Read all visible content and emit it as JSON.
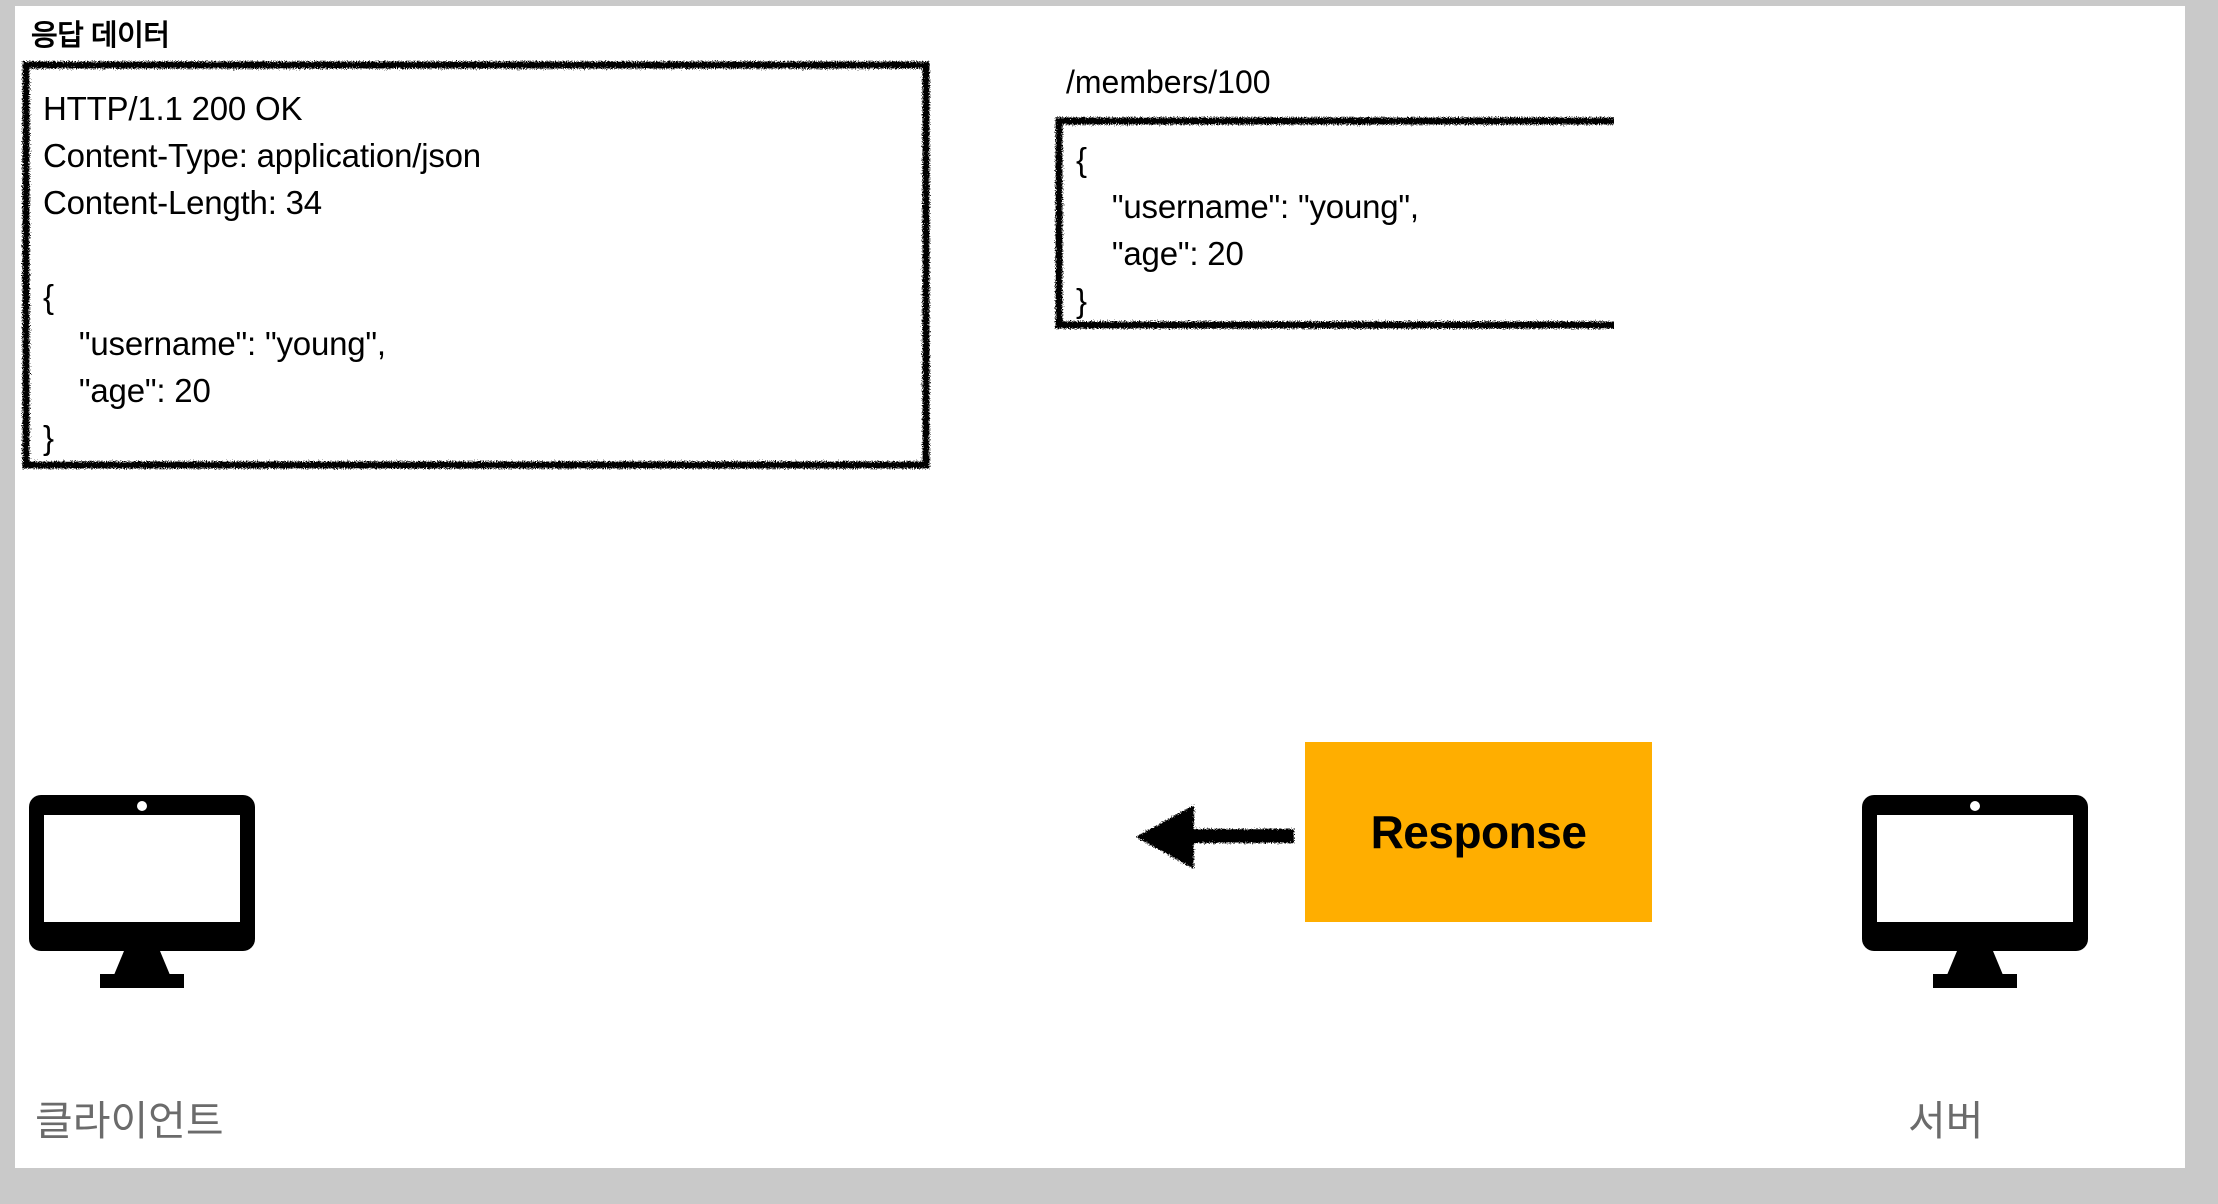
{
  "title": "응답 데이터",
  "response_box": {
    "name": "http-response-message",
    "lines": [
      "HTTP/1.1 200 OK",
      "Content-Type: application/json",
      "Content-Length: 34",
      "",
      "{",
      "    \"username\": \"young\",",
      "    \"age\": 20",
      "}"
    ],
    "text": "HTTP/1.1 200 OK\nContent-Type: application/json\nContent-Length: 34\n\n{\n    \"username\": \"young\",\n    \"age\": 20\n}"
  },
  "payload": {
    "label": "/members/100",
    "lines": [
      "{",
      "    \"username\": \"young\",",
      "    \"age\": 20",
      "}"
    ],
    "text": "{\n    \"username\": \"young\",\n    \"age\": 20\n}"
  },
  "flow": {
    "chip_label": "Response",
    "chip_color": "#FFAE00",
    "direction": "server-to-client",
    "arrow_icon": "arrow-left-icon"
  },
  "endpoints": {
    "client": {
      "label": "클라이언트",
      "icon": "monitor-icon"
    },
    "server": {
      "label": "서버",
      "icon": "monitor-icon"
    }
  },
  "colors": {
    "page_background": "#ffffff",
    "canvas_background": "#c9c9c9",
    "ink": "#000000",
    "label_gray": "#6b6b6b",
    "accent_orange": "#FFAE00"
  }
}
